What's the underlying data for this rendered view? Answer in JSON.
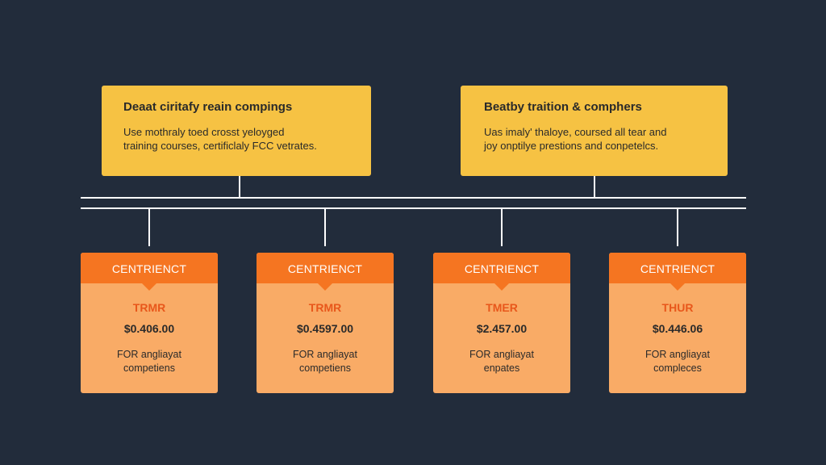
{
  "top_boxes": [
    {
      "title": "Deaat ciritafy reain compings",
      "desc_lines": [
        "Use mothraly toed crosst yeloyged",
        "training courses, certificlaly FCC vetrates."
      ]
    },
    {
      "title": "Beatby traition & comphers",
      "desc_lines": [
        "Uas imaly' thaloye, coursed all tear and",
        "joy onptilye prestions and conpetelcs."
      ]
    }
  ],
  "bottom_boxes": [
    {
      "header": "CENTRIENCT",
      "label": "TRMR",
      "price": "$0.406.00",
      "desc_lines": [
        "FOR angliayat",
        "competiens"
      ]
    },
    {
      "header": "CENTRIENCT",
      "label": "TRMR",
      "price": "$0.4597.00",
      "desc_lines": [
        "FOR angliayat",
        "competiens"
      ]
    },
    {
      "header": "CENTRIENCT",
      "label": "TMER",
      "price": "$2.457.00",
      "desc_lines": [
        "FOR angliayat",
        "enpates"
      ]
    },
    {
      "header": "CENTRIENCT",
      "label": "THUR",
      "price": "$0.446.06",
      "desc_lines": [
        "FOR angliayat",
        "compleces"
      ]
    }
  ],
  "colors": {
    "background": "#222c3b",
    "top_box": "#f6c243",
    "bottom_header": "#f57521",
    "bottom_body": "#f9ab66",
    "connector": "#ffffff"
  }
}
